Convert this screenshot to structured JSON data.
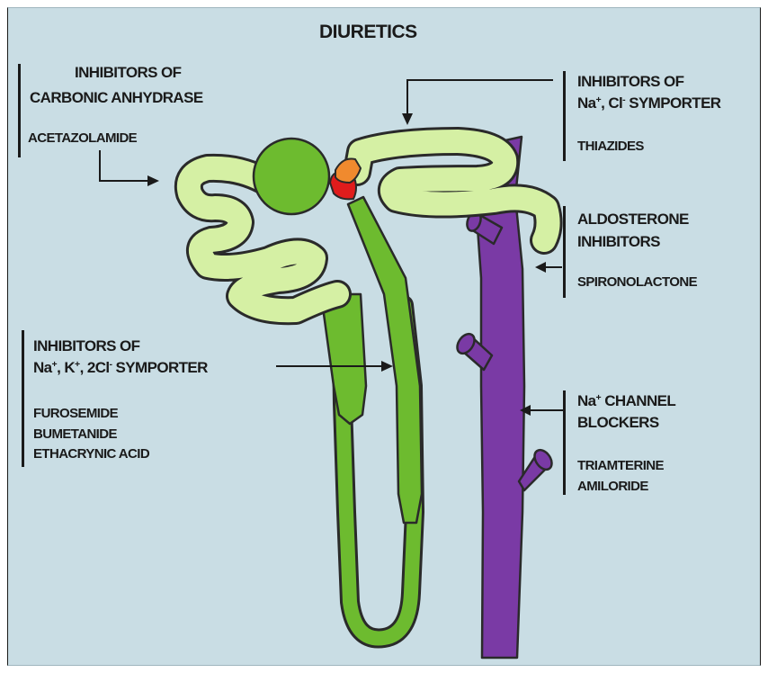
{
  "title": "DIURETICS",
  "carbonic_anhydrase": {
    "heading_line1": "INHIBITORS OF",
    "heading_line2": "CARBONIC ANHYDRASE",
    "drug": "ACETAZOLAMIDE"
  },
  "na_cl_symporter": {
    "heading_line1": "INHIBITORS OF",
    "na_ion": "Na",
    "sep": ", Cl",
    "tail": " SYMPORTER",
    "drug": "THIAZIDES"
  },
  "aldosterone": {
    "heading_line1": "ALDOSTERONE",
    "heading_line2": "INHIBITORS",
    "drug": "SPIRONOLACTONE"
  },
  "na_k_2cl_symporter": {
    "heading_line1": "INHIBITORS OF",
    "na_ion": "Na",
    "sep1": ", K",
    "sep2": ", 2Cl",
    "tail": " SYMPORTER",
    "drugs": "FUROSEMIDE\nBUMETANIDE\nETHACRYNIC ACID"
  },
  "na_channel": {
    "na_ion": "Na",
    "heading_tail": " CHANNEL",
    "heading_line2": "BLOCKERS",
    "drugs": "TRIAMTERINE\nAMILORIDE"
  },
  "charges": {
    "plus": "+",
    "minus": "-"
  },
  "colors": {
    "background": "#c9dde4",
    "light_green": "#d5f0a4",
    "green": "#6dbb2f",
    "purple": "#7a3aa5",
    "orange": "#f08a2e",
    "red": "#e01c1c",
    "outline": "#2a2a2a"
  }
}
